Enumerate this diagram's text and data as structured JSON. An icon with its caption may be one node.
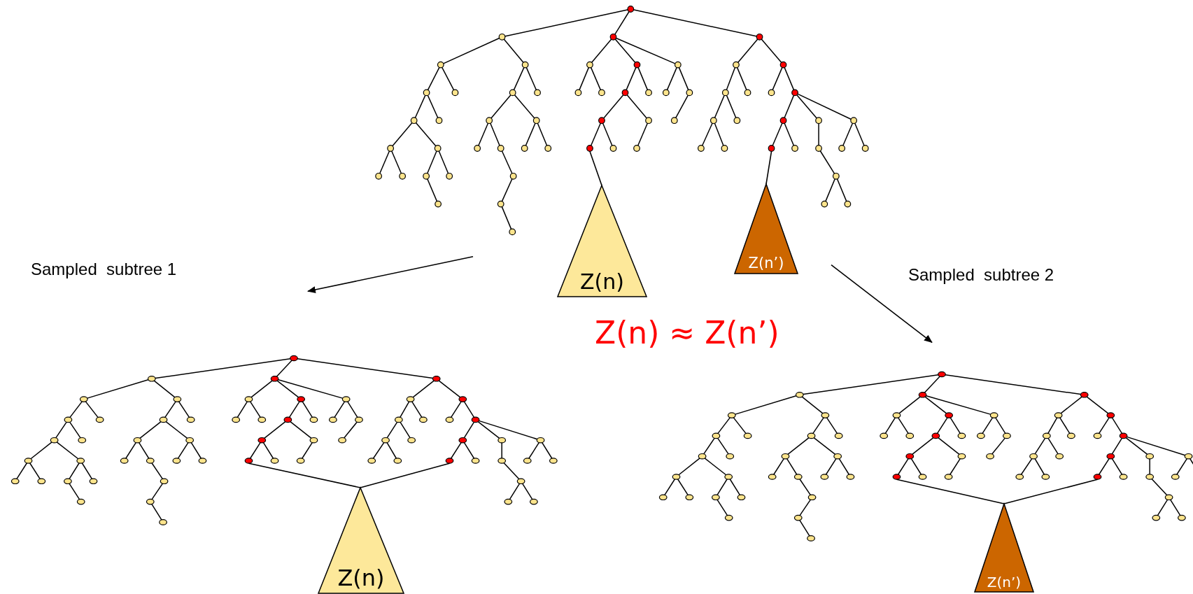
{
  "diagram": {
    "nodes": [
      {
        "text": [],
        "shape": "tree"
      },
      {
        "text": [],
        "shape": "circle",
        "in": 0
      },
      {
        "text": [],
        "shape": "circle",
        "in": 0
      },
      {
        "text": [
          "Z(n)"
        ]
      },
      {
        "text": [
          "Z(n’)"
        ]
      },
      {
        "text": [],
        "shape": "tree"
      },
      {
        "text": [],
        "shape": "circle",
        "in": 5
      },
      {
        "text": [],
        "shape": "circle",
        "in": 5
      },
      {
        "text": [
          "Z(n)"
        ]
      },
      {
        "text": [],
        "shape": "tree"
      },
      {
        "text": [],
        "shape": "circle",
        "in": 9
      },
      {
        "text": [],
        "shape": "circle",
        "in": 9
      },
      {
        "text": [
          "Z(n’)"
        ]
      }
    ],
    "edges": [
      {
        "from": 1,
        "to": 3,
        "arrow": "none"
      },
      {
        "from": 2,
        "to": 4,
        "arrow": "none"
      },
      {
        "from": 6,
        "to": 8,
        "arrow": "none"
      },
      {
        "from": 7,
        "to": 8,
        "arrow": "none"
      },
      {
        "from": 10,
        "to": 12,
        "arrow": "none"
      },
      {
        "from": 11,
        "to": 12,
        "arrow": "none"
      },
      {
        "from": 0,
        "to": 5,
        "arrow": "to"
      },
      {
        "from": 0,
        "to": 9,
        "arrow": "to"
      }
    ],
    "labels": [
      "Sampled  subtree 1",
      "Sampled  subtree 2",
      "Z(n) ≈ Z(n’)"
    ]
  }
}
